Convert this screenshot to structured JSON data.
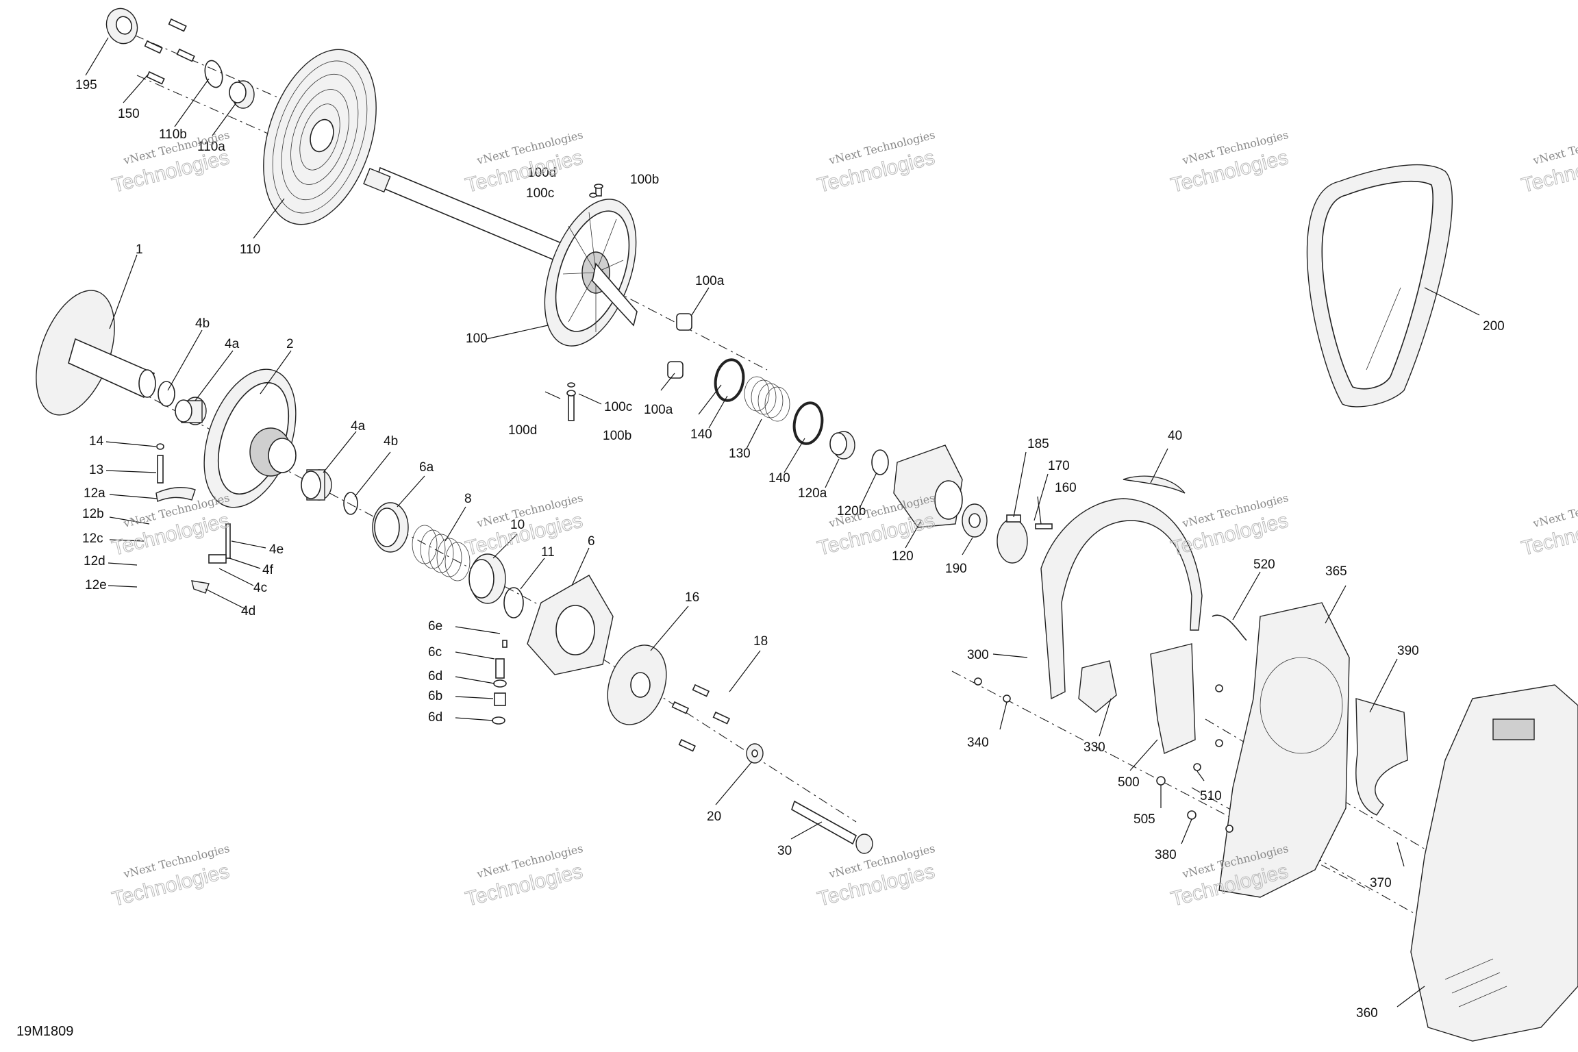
{
  "diagram_code": "19M1809",
  "watermark": {
    "line1": "vNext Technologies",
    "line2": "Technologies"
  },
  "callouts": {
    "c195": "195",
    "c150": "150",
    "c110b": "110b",
    "c110a": "110a",
    "c110": "110",
    "c100d_top": "100d",
    "c100b_top": "100b",
    "c100c_top": "100c",
    "c100a_top": "100a",
    "c100": "100",
    "c100a_bot": "100a",
    "c100c_bot": "100c",
    "c100d_bot": "100d",
    "c100b_bot": "100b",
    "c200": "200",
    "c1": "1",
    "c4b_l": "4b",
    "c4a_l": "4a",
    "c2": "2",
    "c14": "14",
    "c13": "13",
    "c12a": "12a",
    "c12b": "12b",
    "c12c": "12c",
    "c12d": "12d",
    "c12e": "12e",
    "c4e": "4e",
    "c4f": "4f",
    "c4c": "4c",
    "c4d": "4d",
    "c4a_r": "4a",
    "c4b_r": "4b",
    "c6a": "6a",
    "c8": "8",
    "c10": "10",
    "c11": "11",
    "c6": "6",
    "c6e": "6e",
    "c6c": "6c",
    "c6d_a": "6d",
    "c6b": "6b",
    "c6d_b": "6d",
    "c16": "16",
    "c18": "18",
    "c20": "20",
    "c30": "30",
    "c140_a": "140",
    "c130": "130",
    "c140_b": "140",
    "c120a": "120a",
    "c120b": "120b",
    "c120": "120",
    "c185": "185",
    "c170": "170",
    "c160": "160",
    "c190": "190",
    "c40": "40",
    "c520": "520",
    "c365": "365",
    "c390": "390",
    "c300": "300",
    "c340": "340",
    "c330": "330",
    "c500": "500",
    "c505": "505",
    "c510": "510",
    "c380": "380",
    "c370": "370",
    "c360": "360"
  }
}
